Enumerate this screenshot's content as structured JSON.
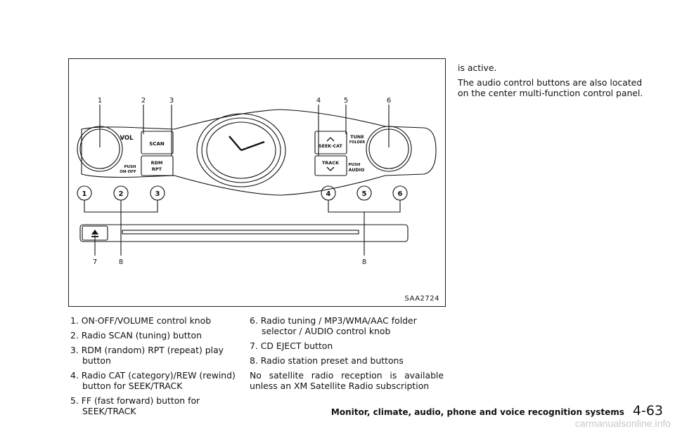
{
  "figure": {
    "id": "SAA2724",
    "callouts_top": [
      "1",
      "2",
      "3",
      "4",
      "5",
      "6"
    ],
    "callouts_bottom": [
      "7",
      "8",
      "8"
    ],
    "panel_labels": {
      "vol": "VOL",
      "scan": "SCAN",
      "rdm": "RDM",
      "rpt": "RPT",
      "push_left": "PUSH",
      "onoff": "ON·OFF",
      "seek_cat": "SEEK·CAT",
      "track": "TRACK",
      "tune": "TUNE",
      "folder": "FOLDER",
      "push_right": "PUSH",
      "audio": "AUDIO"
    },
    "presets": [
      "1",
      "2",
      "3",
      "4",
      "5",
      "6"
    ],
    "eject_icon": "eject-icon"
  },
  "legend": {
    "items": [
      "1. ON·OFF/VOLUME control knob",
      "2. Radio SCAN (tuning) button",
      "3. RDM (random) RPT (repeat) play button",
      "4. Radio CAT (category)/REW (rewind) button for SEEK/TRACK",
      "5. FF (fast forward) button for SEEK/TRACK",
      "6. Radio tuning / MP3/WMA/AAC folder selector / AUDIO control knob",
      "7. CD EJECT button",
      "8. Radio station preset and buttons"
    ],
    "para_1": "No satellite radio reception is available unless an XM Satellite Radio subscription",
    "para_2": "is active.",
    "para_3": "The audio control buttons are also located on the center multi-function control panel."
  },
  "footer": {
    "section": "Monitor, climate, audio, phone and voice recognition systems",
    "page": "4-63"
  },
  "watermark": "carmanualsonline.info"
}
